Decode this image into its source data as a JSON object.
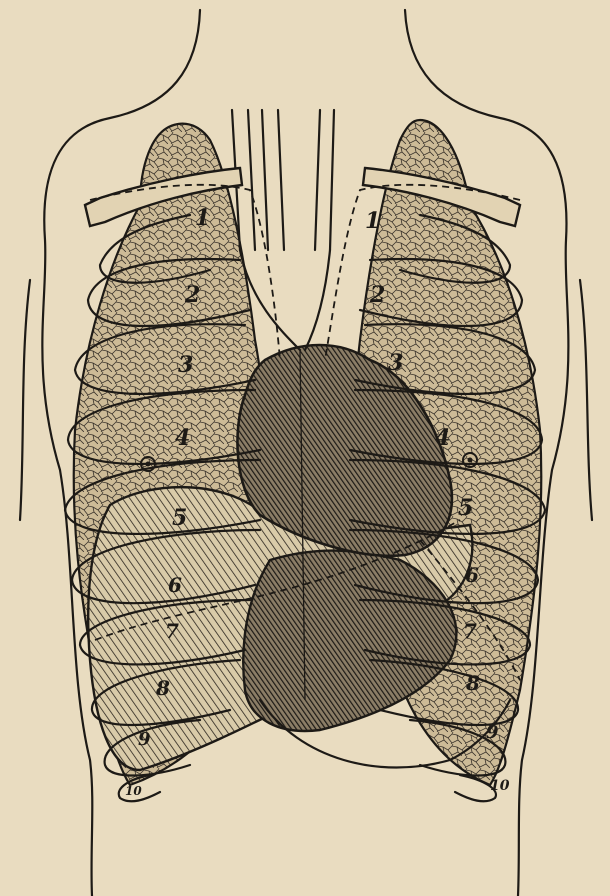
{
  "figure": {
    "rib_labels_left": [
      "1",
      "2",
      "3",
      "4",
      "5",
      "6",
      "7",
      "8",
      "9",
      "10"
    ],
    "rib_labels_right": [
      "1",
      "2",
      "3",
      "4",
      "5",
      "6",
      "7",
      "8",
      "9",
      "10"
    ],
    "colors": {
      "paper": "#e9dcc0",
      "ink": "#1d1a16",
      "lung": "#cdbb97",
      "organ_dark": "#3a332b"
    },
    "icons": [
      "nipple-left-icon",
      "nipple-right-icon"
    ]
  }
}
